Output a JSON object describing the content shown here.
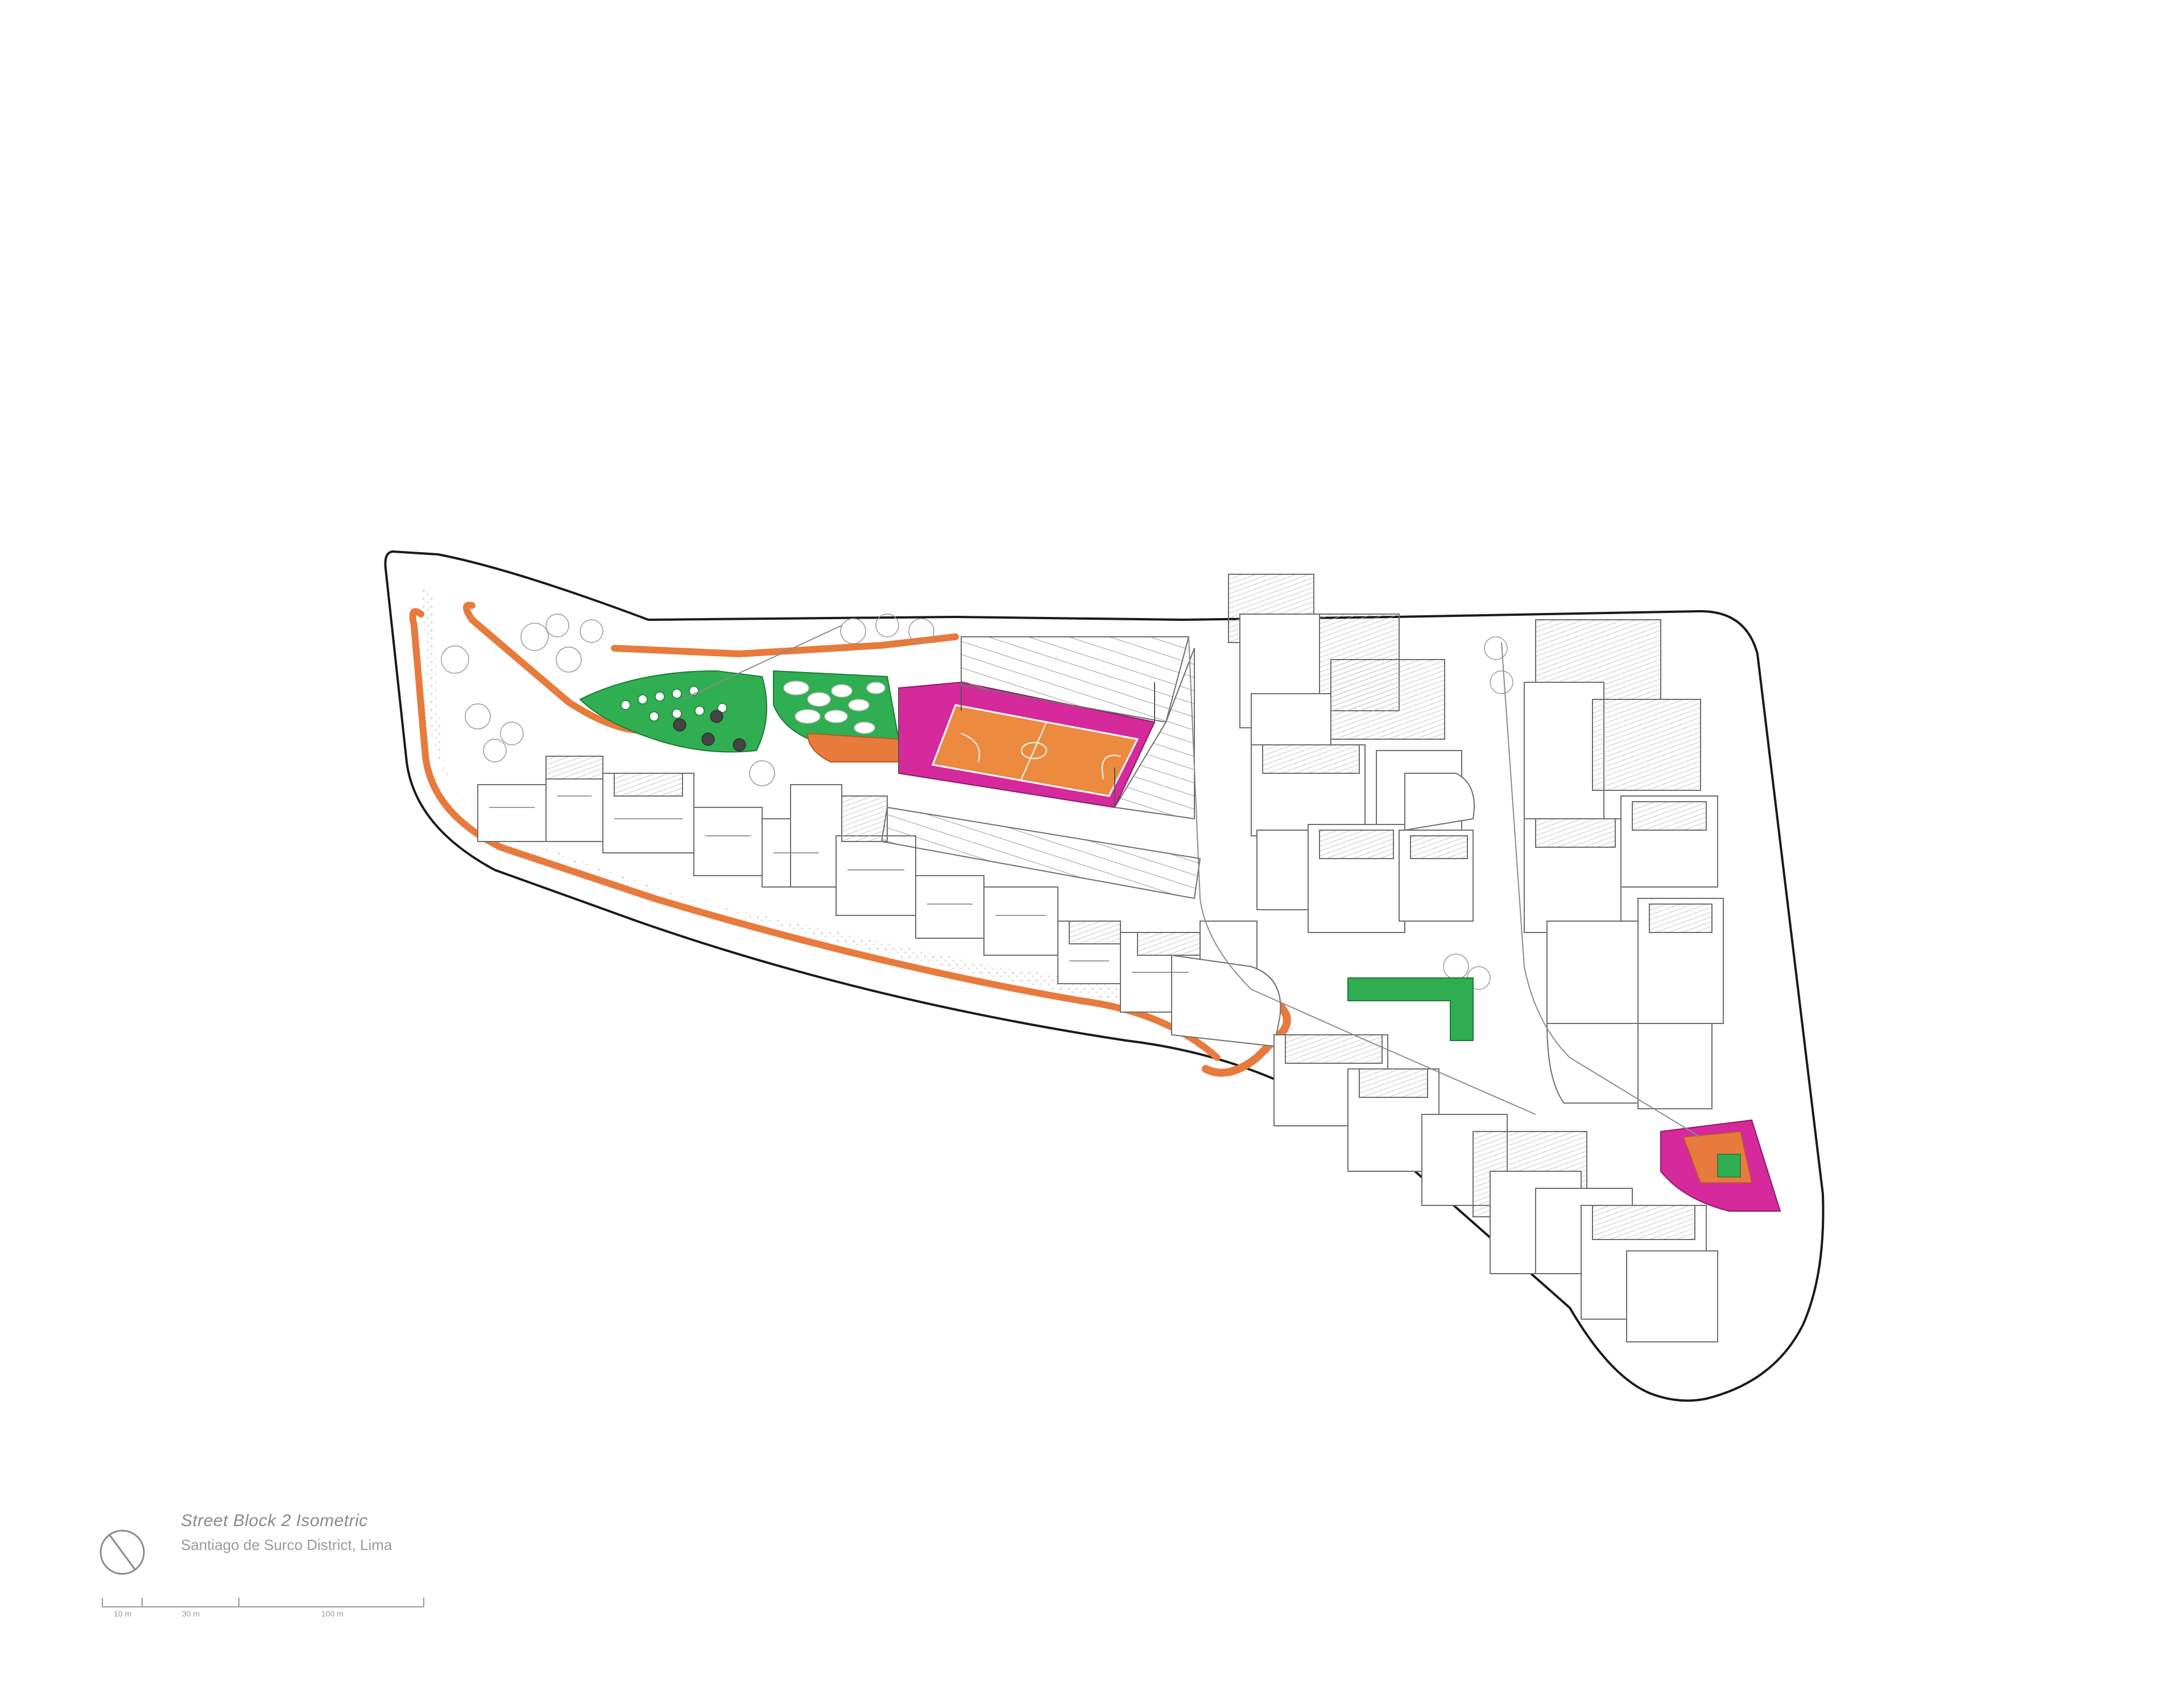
{
  "caption": {
    "title": "Street Block 2 Isometric",
    "subtitle": "Santiago de Surco District, Lima"
  },
  "scale_bar": {
    "labels": [
      "10 m",
      "30 m",
      "100 m"
    ]
  },
  "colors": {
    "outline": "#1a1a1a",
    "line": "#8c8c8c",
    "path_orange": "#e87a3c",
    "green": "#2fae52",
    "magenta": "#d62a9c",
    "court_orange": "#ec8a40",
    "hatch": "#cfcfcf"
  }
}
